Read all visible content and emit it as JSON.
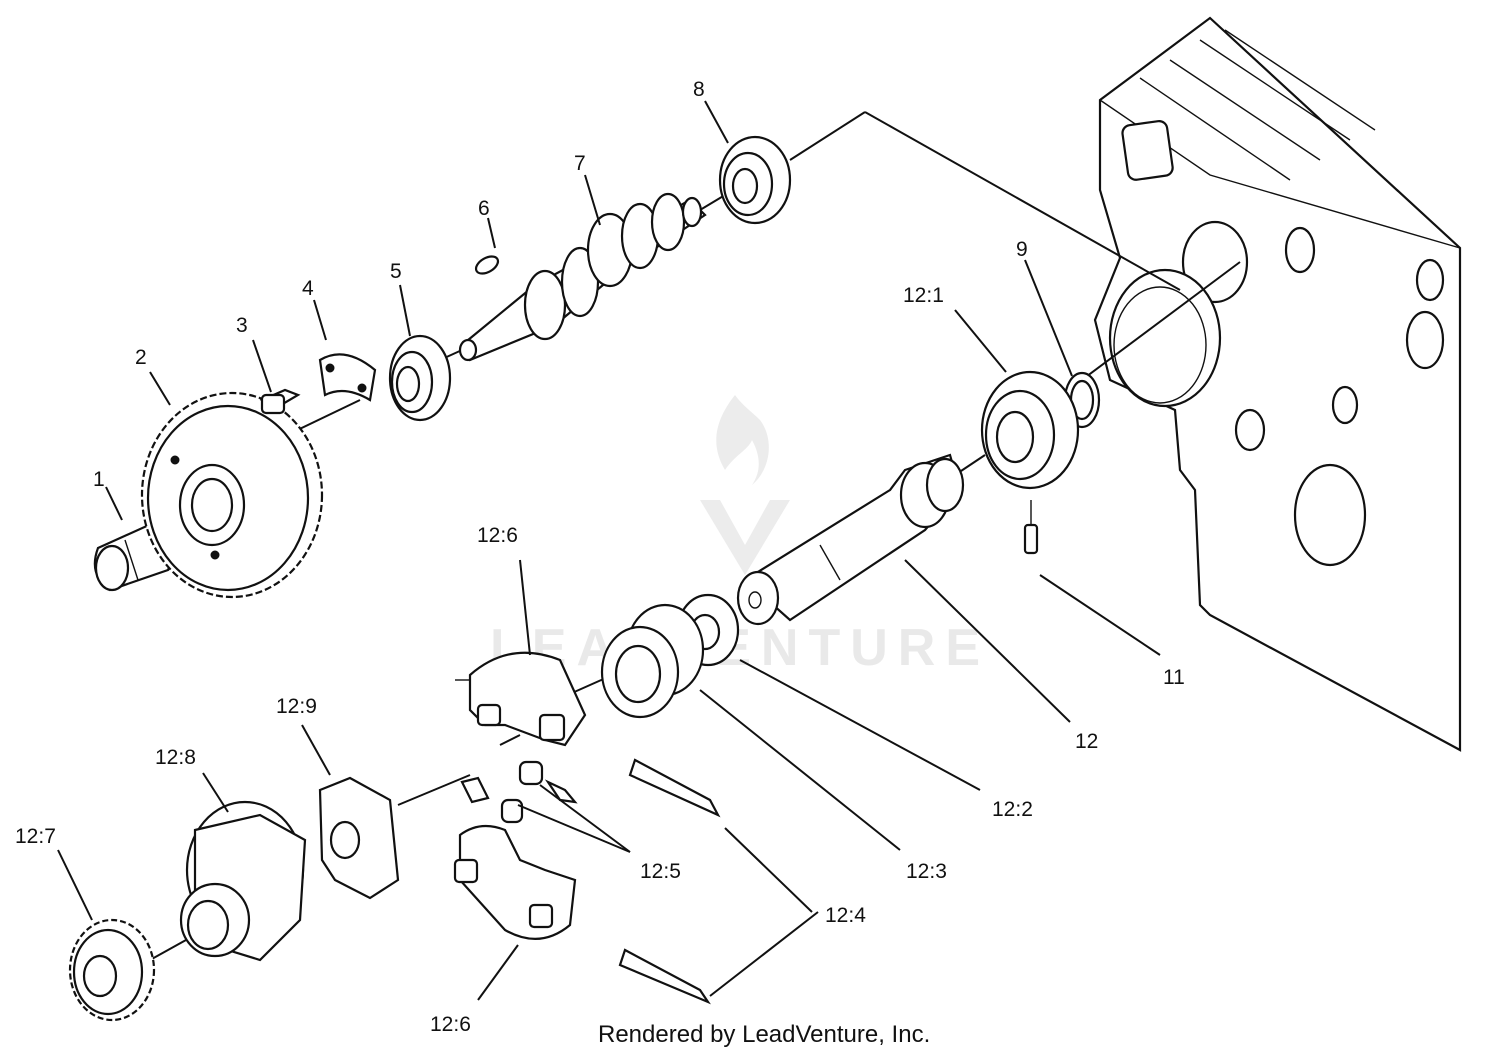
{
  "callouts": [
    {
      "id": "1",
      "text": "1"
    },
    {
      "id": "2",
      "text": "2"
    },
    {
      "id": "3",
      "text": "3"
    },
    {
      "id": "4",
      "text": "4"
    },
    {
      "id": "5",
      "text": "5"
    },
    {
      "id": "6",
      "text": "6"
    },
    {
      "id": "7",
      "text": "7"
    },
    {
      "id": "8",
      "text": "8"
    },
    {
      "id": "9",
      "text": "9"
    },
    {
      "id": "11",
      "text": "11"
    },
    {
      "id": "12",
      "text": "12"
    },
    {
      "id": "12_1",
      "text": "12:1"
    },
    {
      "id": "12_2",
      "text": "12:2"
    },
    {
      "id": "12_3",
      "text": "12:3"
    },
    {
      "id": "12_4",
      "text": "12:4"
    },
    {
      "id": "12_5",
      "text": "12:5"
    },
    {
      "id": "12_6a",
      "text": "12:6"
    },
    {
      "id": "12_6b",
      "text": "12:6"
    },
    {
      "id": "12_7",
      "text": "12:7"
    },
    {
      "id": "12_8",
      "text": "12:8"
    },
    {
      "id": "12_9",
      "text": "12:9"
    }
  ],
  "watermark": "LEADVENTURE",
  "footer": "Rendered by LeadVenture, Inc."
}
